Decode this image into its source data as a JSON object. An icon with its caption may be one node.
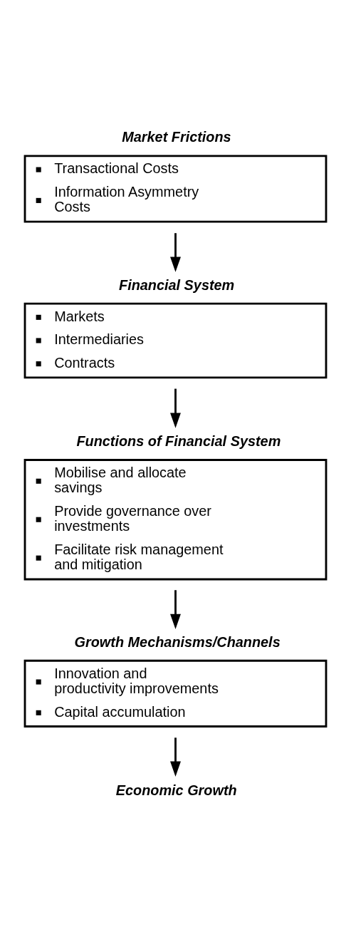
{
  "diagram": {
    "nodes": [
      {
        "text": [
          "Market Frictions",
          "Transactional Costs",
          "Information Asymmetry Costs"
        ]
      },
      {
        "text": [
          "Financial System",
          "Markets",
          "Intermediaries",
          "Contracts"
        ]
      },
      {
        "text": [
          "Functions of Financial System",
          "Mobilise and allocate savings",
          "Provide governance over investments",
          "Facilitate risk management and mitigation"
        ]
      },
      {
        "text": [
          "Growth Mechanisms/Channels",
          "Innovation and productivity improvements",
          "Capital accumulation"
        ]
      },
      {
        "text": [
          "Economic Growth"
        ]
      }
    ],
    "edges": [
      {
        "from": 0,
        "to": 1,
        "arrow": "to"
      },
      {
        "from": 1,
        "to": 2,
        "arrow": "to"
      },
      {
        "from": 2,
        "to": 3,
        "arrow": "to"
      },
      {
        "from": 3,
        "to": 4,
        "arrow": "to"
      }
    ]
  }
}
